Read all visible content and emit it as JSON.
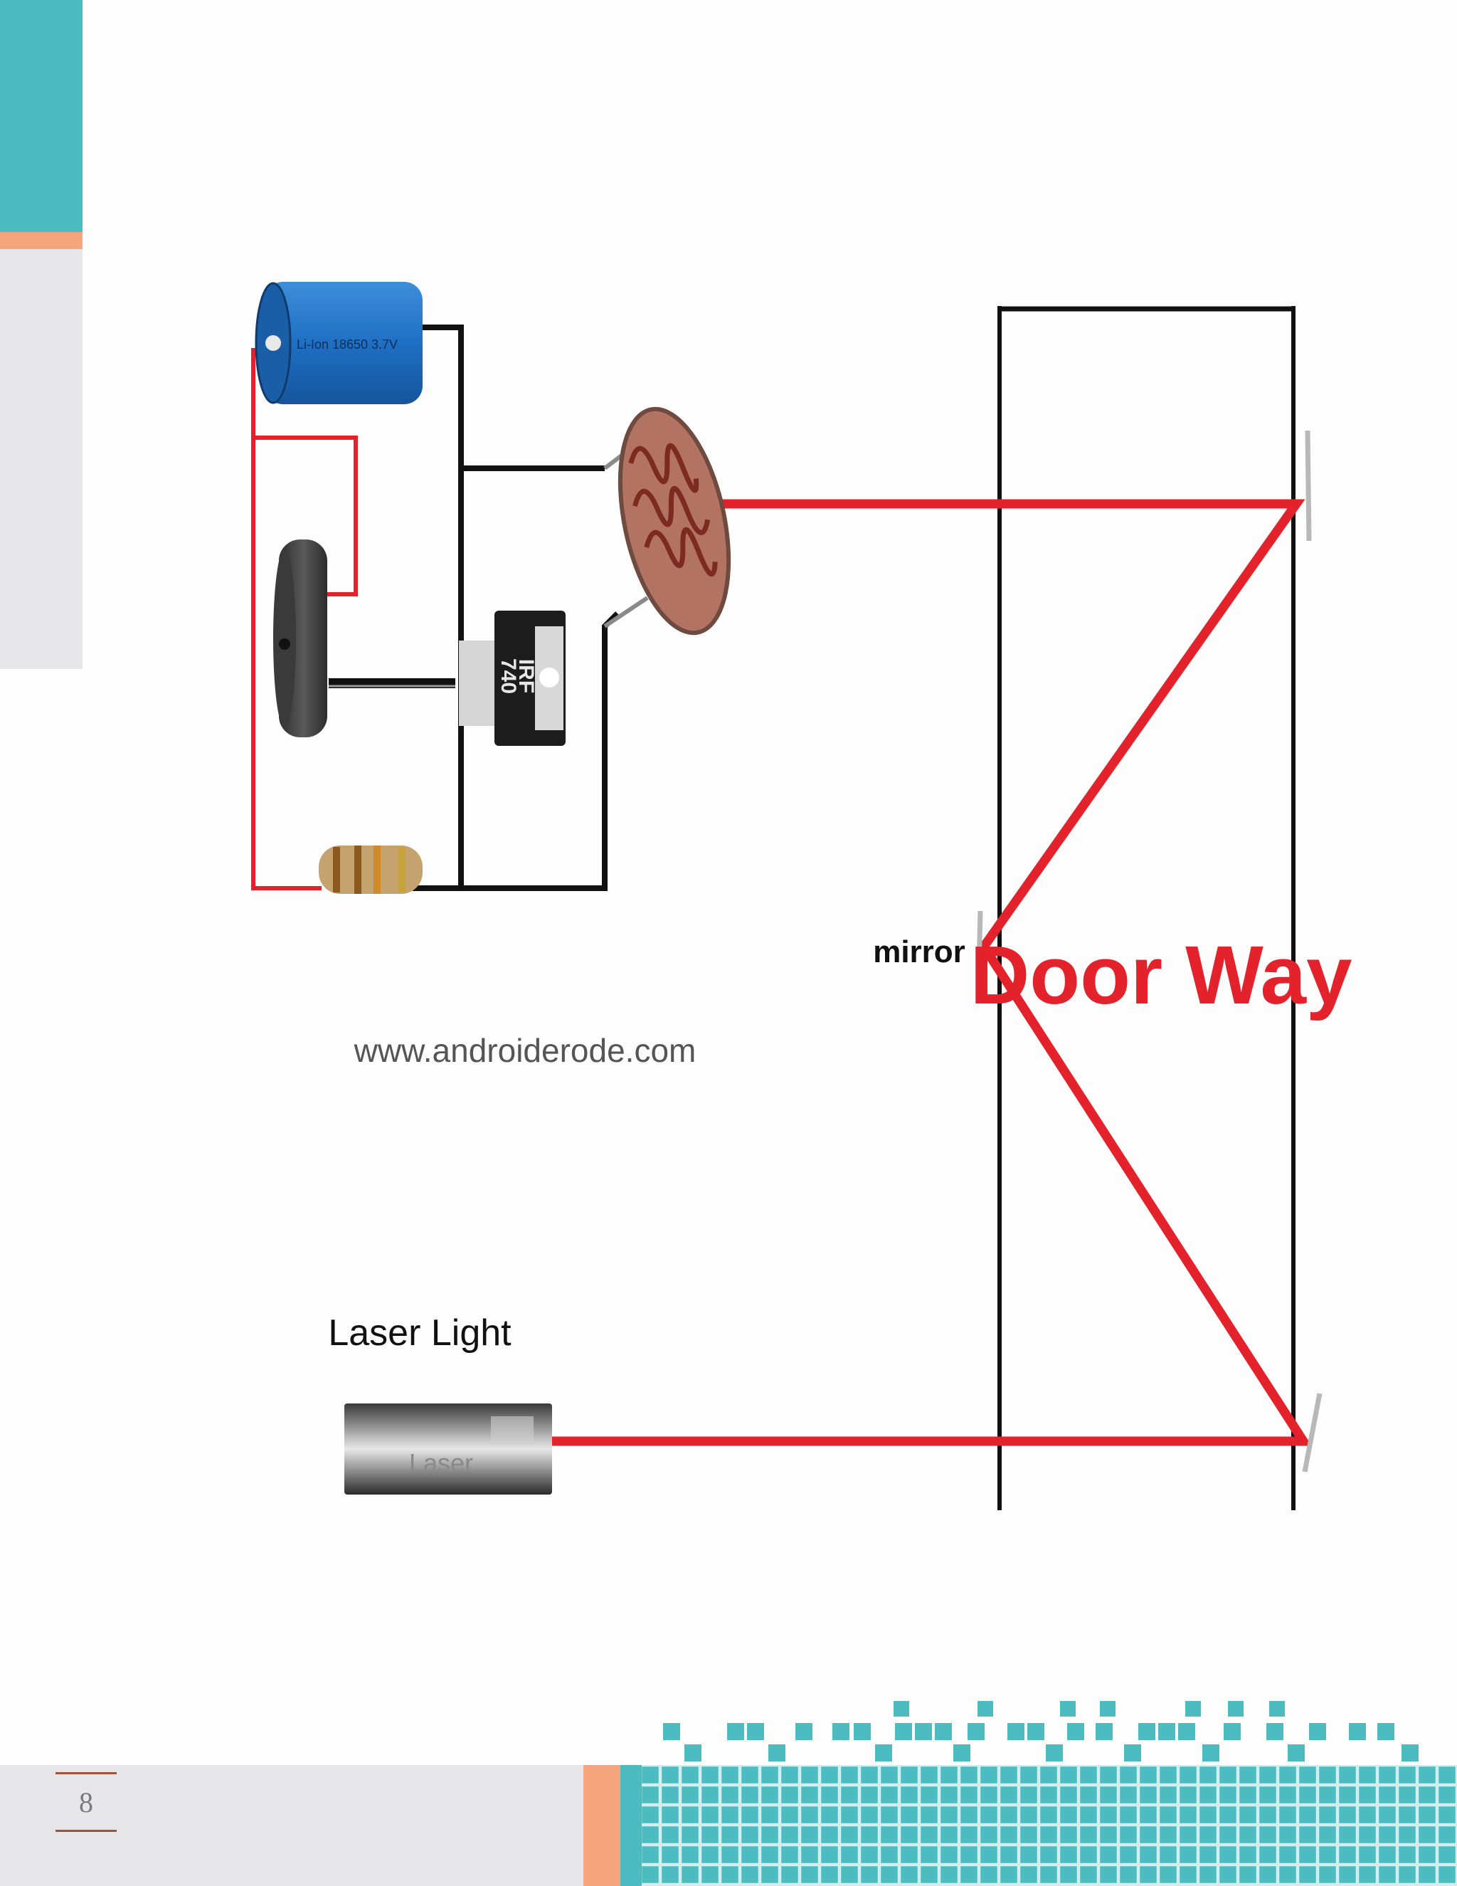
{
  "page": {
    "number": "8"
  },
  "diagram": {
    "labels": {
      "mirror": "mirror",
      "door_way": "Door Way",
      "watermark": "www.androiderode.com",
      "laser_light": "Laser Light",
      "laser_body_text": "Laser",
      "transistor_text_1": "IRF",
      "transistor_text_2": "740"
    },
    "components": [
      "battery-icon",
      "buzzer-icon",
      "transistor-icon",
      "resistor-icon",
      "ldr-icon",
      "laser-icon",
      "mirror-icon"
    ]
  },
  "colors": {
    "teal": "#4cbcc1",
    "orange": "#f6a57e",
    "grey": "#e7e6e8",
    "laser_red": "#e3222b",
    "wire_black": "#111111",
    "page_number_rule": "#a0523a"
  }
}
